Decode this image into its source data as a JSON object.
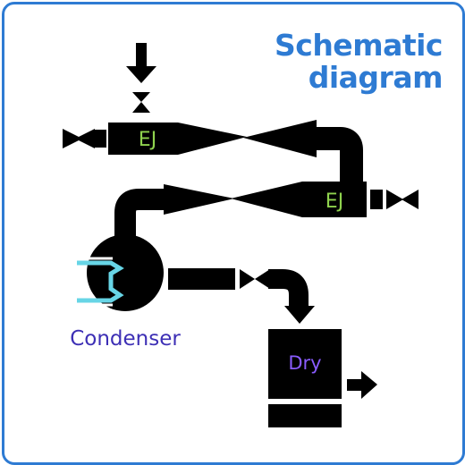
{
  "title": {
    "line1": "Schematic",
    "line2": "diagram"
  },
  "components": {
    "ejector_top": "EJ",
    "ejector_bottom": "EJ",
    "condenser": "Condenser",
    "dryer": "Dry"
  },
  "colors": {
    "frame": "#2e7bd3",
    "title": "#2e7bd3",
    "ejector_label": "#8fd24e",
    "condenser_label": "#3d2fb5",
    "dryer_label": "#8a5cff",
    "coil": "#67d5e6",
    "equipment": "#000000"
  }
}
